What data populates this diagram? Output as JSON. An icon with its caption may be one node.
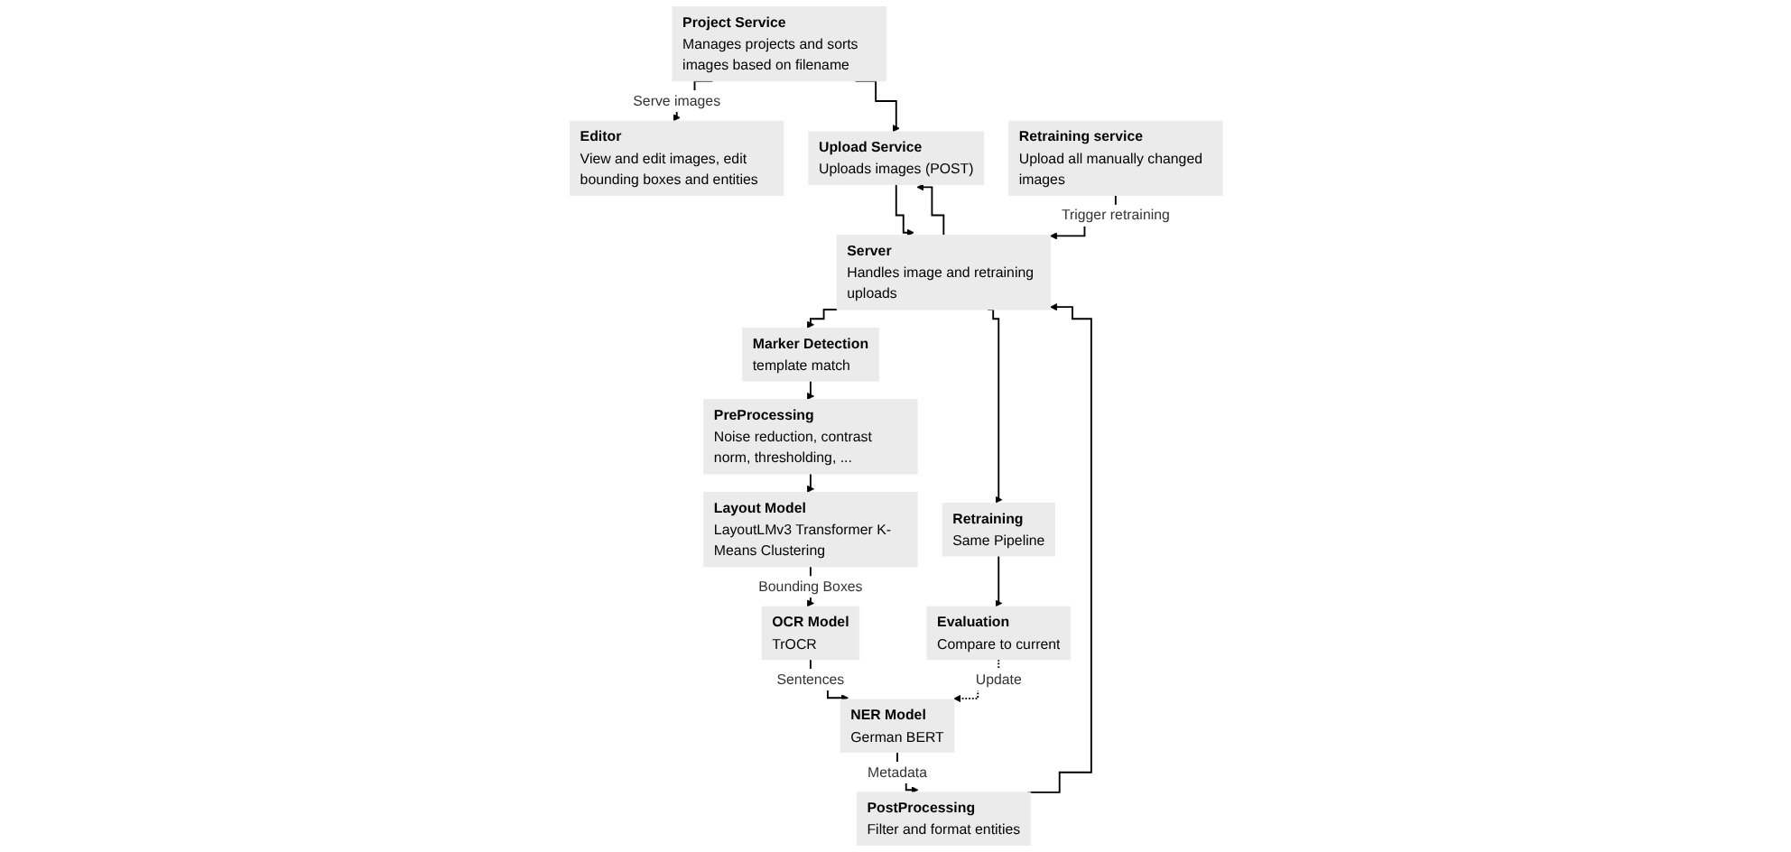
{
  "diagram": {
    "nodes": [
      {
        "text": [
          "Project Service",
          "Manages projects and sorts images based on filename"
        ]
      },
      {
        "text": [
          "Upload Service",
          "Uploads images (POST)"
        ]
      },
      {
        "text": [
          "Editor",
          "View and edit images, edit bounding boxes and entities"
        ]
      },
      {
        "text": [
          "Retraining service",
          "Upload all manually changed images"
        ]
      },
      {
        "text": [
          "Server",
          "Handles image and retraining uploads"
        ]
      },
      {
        "text": [
          "Marker Detection",
          "template match"
        ]
      },
      {
        "text": [
          "PreProcessing",
          "Noise reduction, contrast norm, thresholding, ..."
        ]
      },
      {
        "text": [
          "PostProcessing",
          "Filter and format entities"
        ]
      },
      {
        "text": [
          "Retraining",
          "Same Pipeline"
        ]
      },
      {
        "text": [
          "Evaluation",
          "Compare to current"
        ]
      },
      {
        "text": [
          "Layout Model",
          "LayoutLMv3 Transformer K-Means Clustering"
        ]
      },
      {
        "text": [
          "OCR Model",
          "TrOCR"
        ]
      },
      {
        "text": [
          "NER Model",
          "German BERT"
        ]
      }
    ],
    "edges": [
      {
        "from": 0,
        "to": 2,
        "arrow": "to",
        "label": "Serve images"
      },
      {
        "from": 0,
        "to": 1,
        "arrow": "to"
      },
      {
        "from": 1,
        "to": 4,
        "arrow": "to"
      },
      {
        "from": 4,
        "to": 5,
        "arrow": "to"
      },
      {
        "from": 7,
        "to": 4,
        "arrow": "to"
      },
      {
        "from": 4,
        "to": 1,
        "arrow": "to"
      },
      {
        "from": 3,
        "to": 4,
        "arrow": "to",
        "label": "Trigger retraining"
      },
      {
        "from": 4,
        "to": 8,
        "arrow": "to"
      },
      {
        "from": 5,
        "to": 6,
        "arrow": "to"
      },
      {
        "from": 6,
        "to": 10,
        "arrow": "to"
      },
      {
        "from": 10,
        "to": 11,
        "arrow": "to",
        "label": "Bounding Boxes"
      },
      {
        "from": 11,
        "to": 12,
        "arrow": "to",
        "label": "Sentences"
      },
      {
        "from": 12,
        "to": 7,
        "arrow": "to",
        "label": "Metadata"
      },
      {
        "from": 8,
        "to": 9,
        "arrow": "to"
      },
      {
        "from": 9,
        "to": 12,
        "arrow": "to",
        "label": "Update",
        "style": "dashed"
      }
    ]
  }
}
